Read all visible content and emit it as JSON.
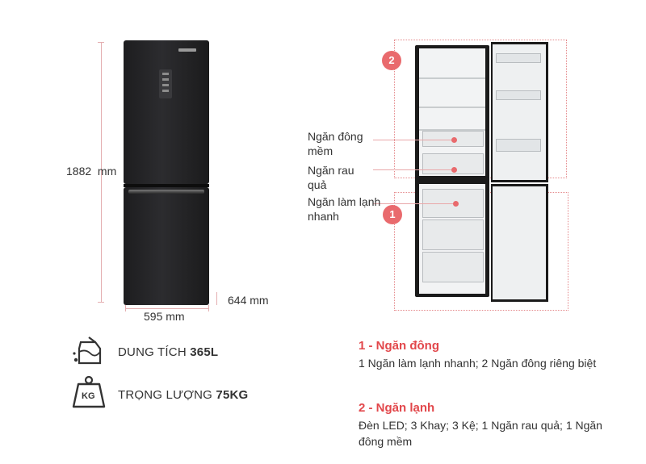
{
  "dimensions": {
    "height_label": "1882  mm",
    "width_label": "595 mm",
    "depth_label": "644 mm"
  },
  "callouts": {
    "soft_freeze": "Ngăn đông mềm",
    "veg_drawer": "Ngăn rau quả",
    "quick_cool": "Ngăn làm lạnh nhanh",
    "badge_1": "1",
    "badge_2": "2"
  },
  "specs": {
    "capacity_label": "DUNG TÍCH ",
    "capacity_value": "365L",
    "capacity_icon": "water-container-icon",
    "weight_label": "TRỌNG LƯỢNG ",
    "weight_value": "75KG",
    "weight_icon": "kg-weight-icon",
    "weight_icon_text": "KG"
  },
  "sections": [
    {
      "title": "1 - Ngăn đông",
      "text": "1 Ngăn làm lạnh nhanh; 2 Ngăn đông riêng biệt"
    },
    {
      "title": "2 - Ngăn lạnh",
      "text": "Đèn LED; 3 Khay; 3 Kệ; 1 Ngăn rau quả; 1 Ngăn đông mềm"
    }
  ],
  "colors": {
    "accent": "#e96a6d",
    "section_title": "#e2474b",
    "fridge": "#1f1f21"
  }
}
